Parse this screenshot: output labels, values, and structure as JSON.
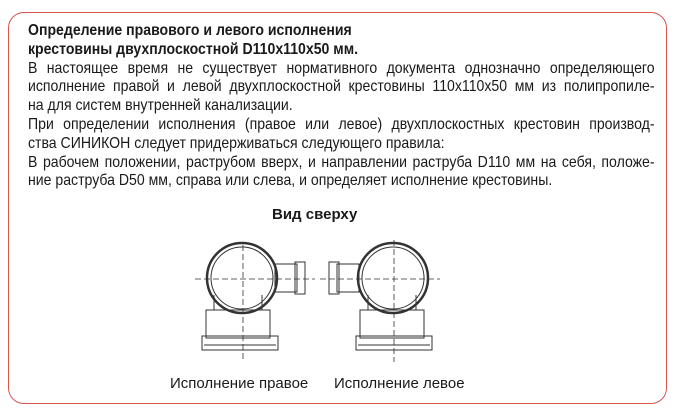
{
  "title_lines": [
    "Определение правового и левого исполнения",
    "крестовины двухплоскостной D110x110x50 мм."
  ],
  "body_lines": [
    "В настоящее время не существует нормативного документа однозначно определяющего",
    "исполнение правой и левой двухплоскостной крестовины 110x110x50 мм из полипропиле-",
    "на для систем внутренней канализации.",
    "При определении исполнения (правое или левое) двухплоскостных крестовин производ-",
    "ства СИНИКОН следует придерживаться следующего правила:",
    "В рабочем положении, раструбом вверх, и направлении раструба D110 мм на себя, положе-",
    "ние раструба D50 мм, справа или слева, и определяет исполнение крестовины."
  ],
  "figure": {
    "title": "Вид сверху",
    "captions": [
      "Исполнение правое",
      "Исполнение левое"
    ]
  },
  "colors": {
    "border": "#d9534f"
  }
}
